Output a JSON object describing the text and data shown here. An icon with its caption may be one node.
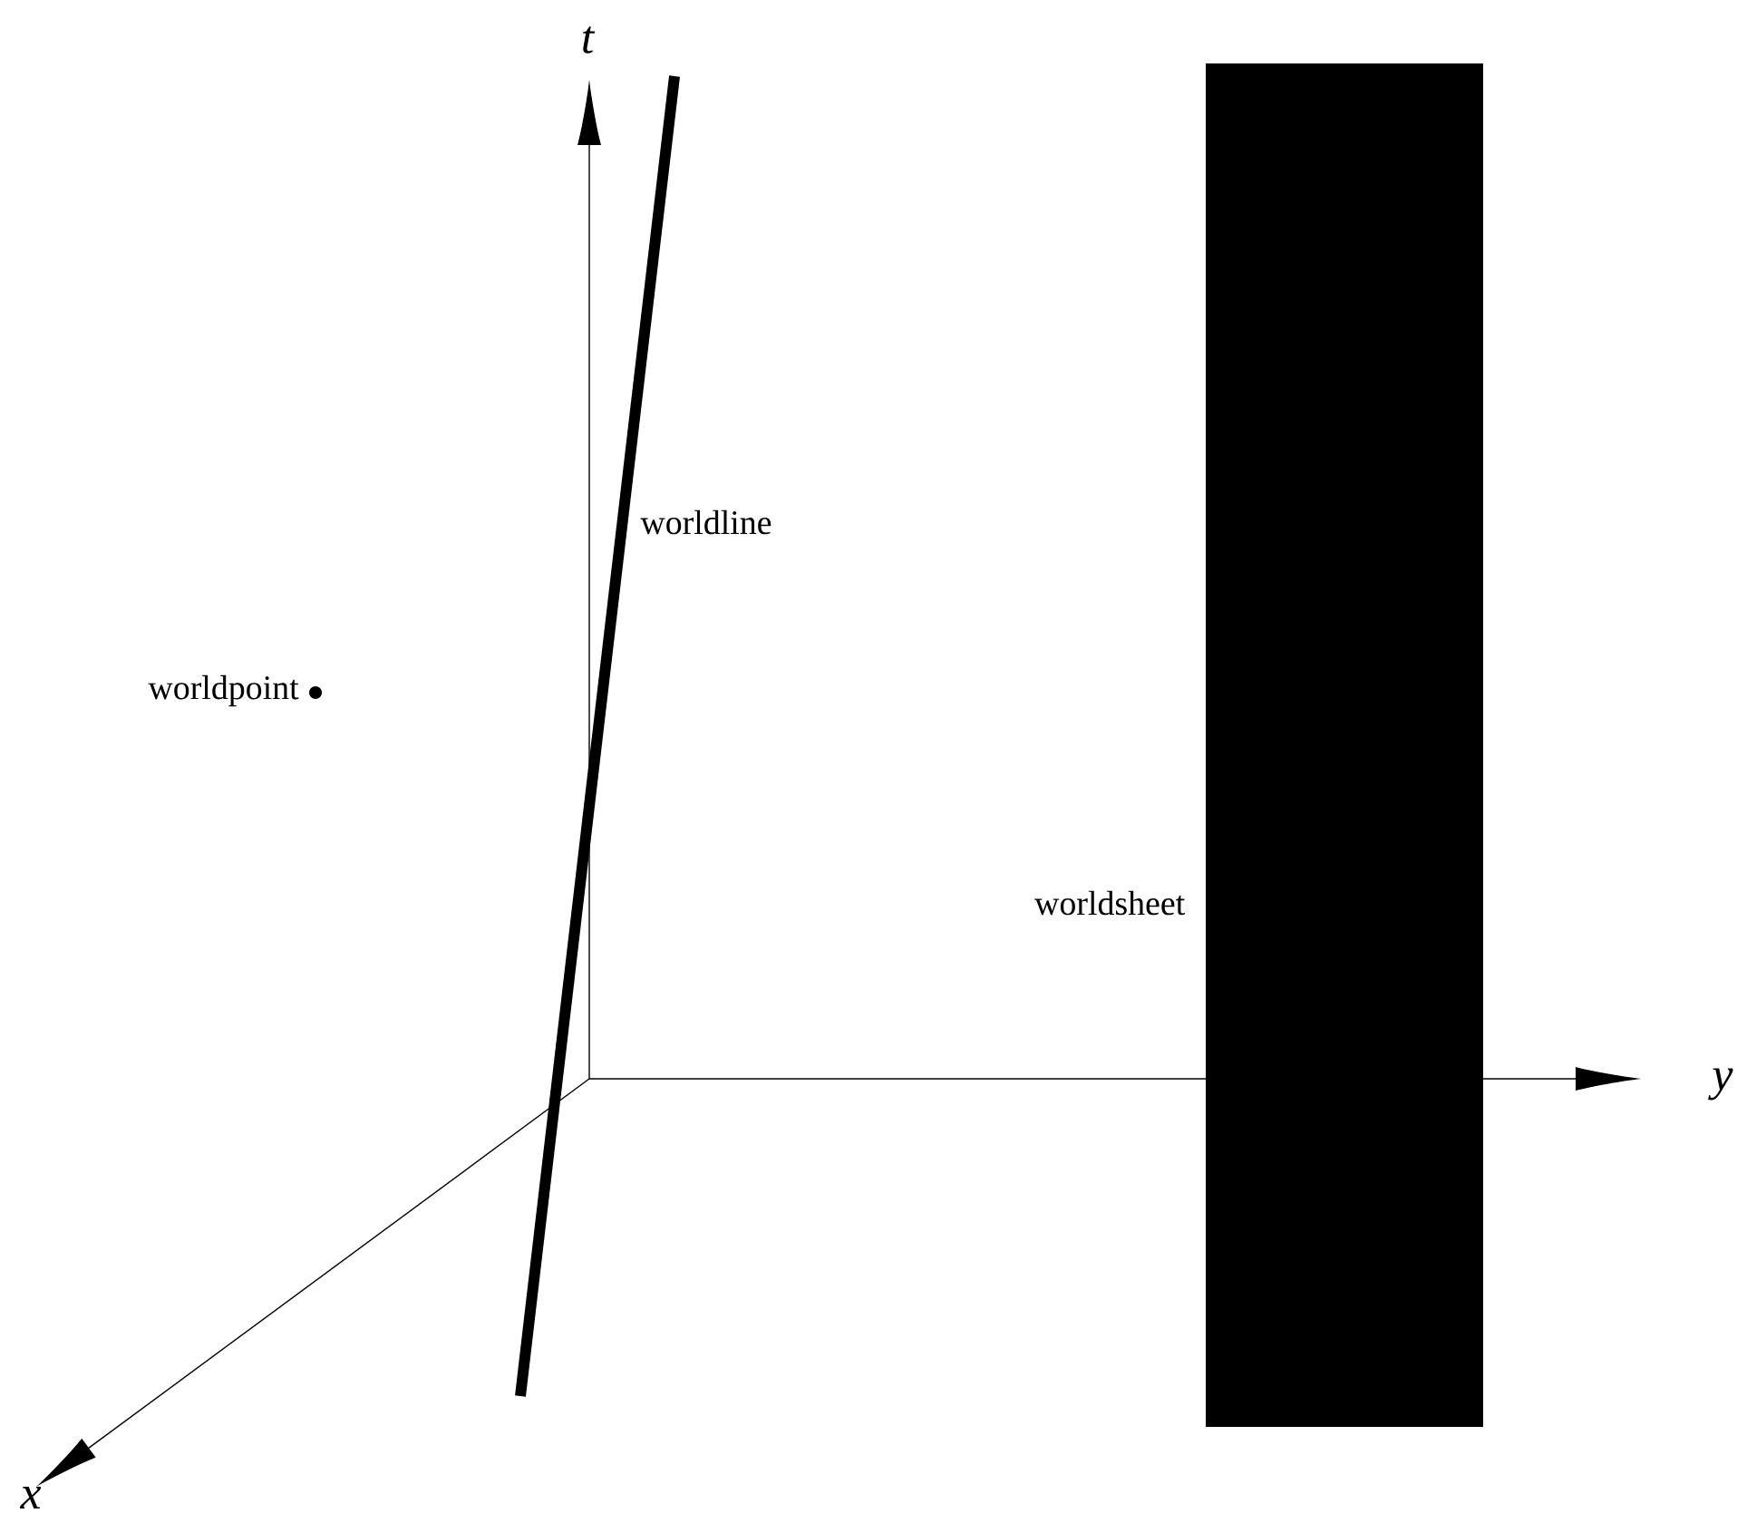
{
  "diagram": {
    "nodes": [
      {
        "text": [],
        "shape": "bar",
        "beside": [
          "worldsheet"
        ]
      }
    ],
    "labels": [
      "t",
      "worldline",
      "worldpoint",
      "y",
      "x"
    ]
  }
}
